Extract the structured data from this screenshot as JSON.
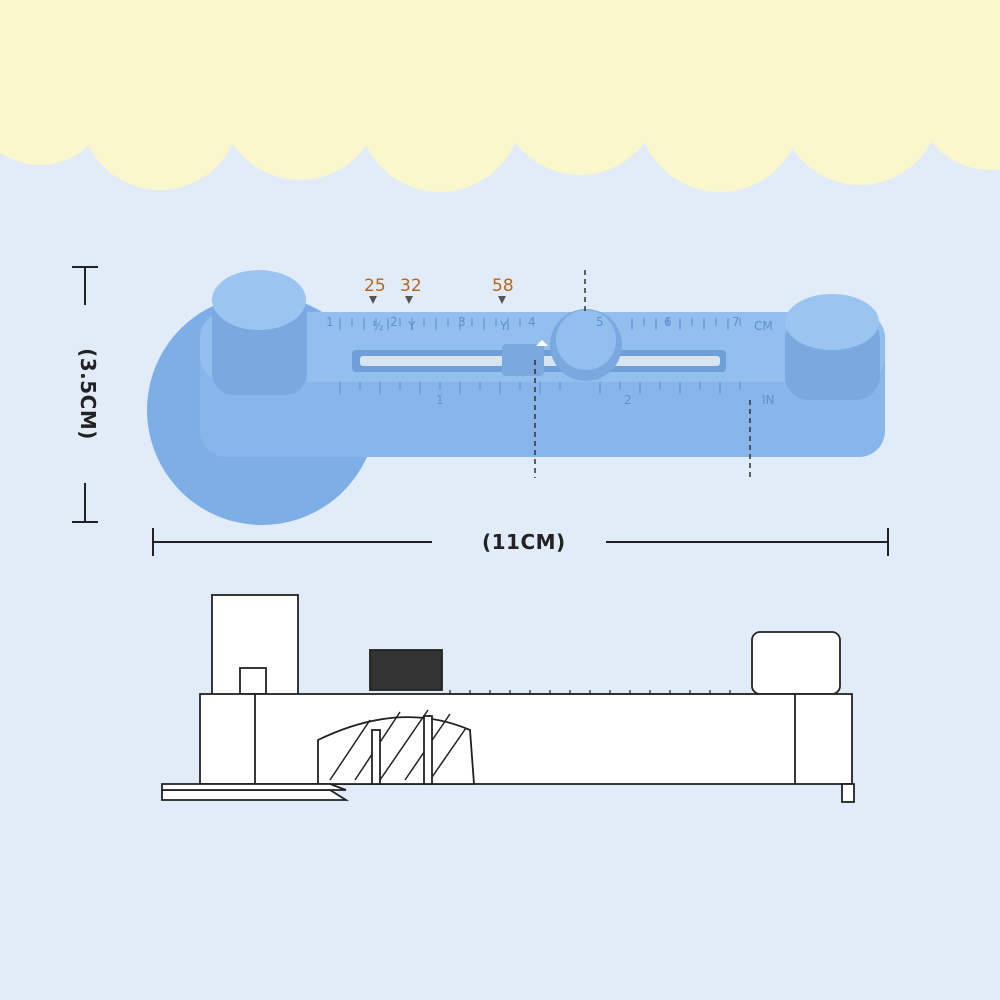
{
  "dimensions": {
    "width_label": "(11CM)",
    "height_label": "(3.5CM)"
  },
  "size_markers": [
    {
      "label": "25"
    },
    {
      "label": "32"
    },
    {
      "label": "58"
    }
  ],
  "ruler": {
    "cm_unit": "CM",
    "in_unit": "IN",
    "cm_numbers": [
      "1",
      "2",
      "3",
      "4",
      "5",
      "6",
      "7"
    ],
    "in_numbers": [
      "1",
      "2"
    ],
    "fraction_marks": [
      "½",
      "Y",
      "Y"
    ]
  },
  "colors": {
    "background": "#e2ecf8",
    "cloud": "#fbf7cc",
    "tool_blue": "#89b6ea",
    "tool_blue_dark": "#6f9fd8",
    "marker_text": "#b5651d",
    "marker_arrow": "#555555"
  }
}
